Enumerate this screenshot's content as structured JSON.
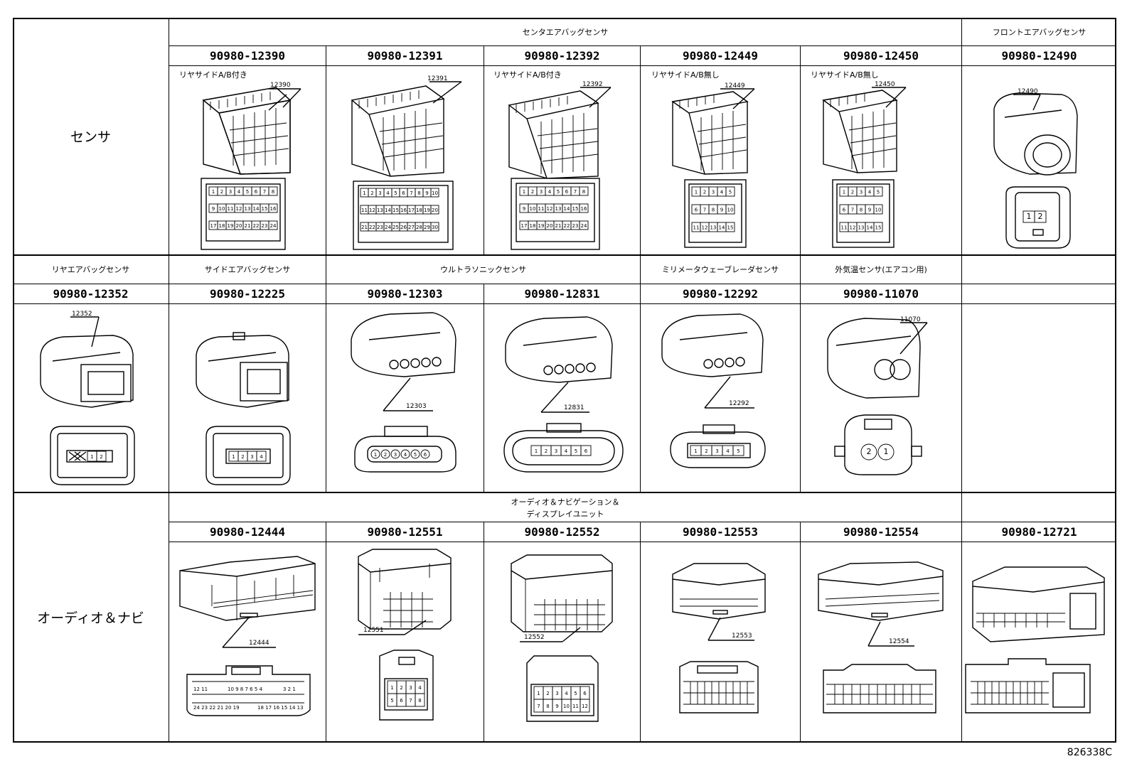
{
  "rows": [
    {
      "category": "センサ",
      "groups": [
        {
          "label": "センタエアバッグセンサ"
        },
        {
          "label": "フロントエアバッグセンサ"
        }
      ],
      "cells": [
        {
          "part_number": "90980-12390",
          "note": "リヤサイドA/B付き",
          "callout": "12390",
          "pins": [
            "1",
            "2",
            "3",
            "4",
            "5",
            "6",
            "7",
            "8",
            "9",
            "10",
            "11",
            "12",
            "13",
            "14",
            "15",
            "16",
            "17",
            "18",
            "19",
            "20",
            "21",
            "22",
            "23",
            "24"
          ]
        },
        {
          "part_number": "90980-12391",
          "note": "",
          "callout": "12391",
          "pins": [
            "1",
            "2",
            "3",
            "4",
            "5",
            "6",
            "7",
            "8",
            "9",
            "10",
            "11",
            "12",
            "13",
            "14",
            "15",
            "16",
            "17",
            "18",
            "19",
            "20",
            "21",
            "22",
            "23",
            "24",
            "25",
            "26",
            "27",
            "28",
            "29",
            "30"
          ]
        },
        {
          "part_number": "90980-12392",
          "note": "リヤサイドA/B付き",
          "callout": "12392",
          "pins": [
            "1",
            "2",
            "3",
            "4",
            "5",
            "6",
            "7",
            "8",
            "9",
            "10",
            "11",
            "12",
            "13",
            "14",
            "15",
            "16",
            "17",
            "18",
            "19",
            "20",
            "21",
            "22",
            "23",
            "24"
          ]
        },
        {
          "part_number": "90980-12449",
          "note": "リヤサイドA/B無し",
          "callout": "12449",
          "pins": [
            "1",
            "2",
            "3",
            "4",
            "5",
            "6",
            "7",
            "8",
            "9",
            "10",
            "11",
            "12",
            "13",
            "14",
            "15"
          ]
        },
        {
          "part_number": "90980-12450",
          "note": "リヤサイドA/B無し",
          "callout": "12450",
          "pins": [
            "1",
            "2",
            "3",
            "4",
            "5",
            "6",
            "7",
            "8",
            "9",
            "10",
            "11",
            "12",
            "13",
            "14",
            "15"
          ]
        },
        {
          "part_number": "90980-12490",
          "note": "",
          "callout": "12490",
          "pins": [
            "1",
            "2"
          ]
        }
      ]
    },
    {
      "category": "",
      "groups": [
        {
          "label": "リヤエアバッグセンサ"
        },
        {
          "label": "サイドエアバッグセンサ"
        },
        {
          "label": "ウルトラソニックセンサ"
        },
        {
          "label": "ミリメータウェーブレーダセンサ"
        },
        {
          "label": "外気温センサ(エアコン用)"
        },
        {
          "label": ""
        }
      ],
      "cells": [
        {
          "part_number": "90980-12352",
          "callout": "12352",
          "pins": [
            "1",
            "2"
          ]
        },
        {
          "part_number": "90980-12225",
          "callout": "",
          "pins": [
            "1",
            "2",
            "3",
            "4"
          ]
        },
        {
          "part_number": "90980-12303",
          "callout": "12303",
          "pins": [
            "1",
            "2",
            "3",
            "4",
            "5",
            "6"
          ]
        },
        {
          "part_number": "90980-12831",
          "callout": "12831",
          "pins": [
            "1",
            "2",
            "3",
            "4",
            "5",
            "6"
          ]
        },
        {
          "part_number": "90980-12292",
          "callout": "12292",
          "pins": [
            "1",
            "2",
            "3",
            "4",
            "5"
          ]
        },
        {
          "part_number": "90980-11070",
          "callout": "11070",
          "pins": [
            "2",
            "1"
          ]
        },
        {
          "part_number": "",
          "callout": "",
          "pins": []
        }
      ]
    },
    {
      "category": "オーディオ＆ナビ",
      "groups": [
        {
          "label_line1": "オーディオ＆ナビゲーション＆",
          "label_line2": "ディスプレイユニット"
        }
      ],
      "cells": [
        {
          "part_number": "90980-12444",
          "callout": "12444"
        },
        {
          "part_number": "90980-12551",
          "callout": "12551",
          "pins": [
            "1",
            "2",
            "3",
            "4",
            "5",
            "6",
            "7",
            "8"
          ]
        },
        {
          "part_number": "90980-12552",
          "callout": "12552",
          "pins": [
            "1",
            "2",
            "3",
            "4",
            "5",
            "6",
            "7",
            "8",
            "9",
            "10",
            "11",
            "12"
          ]
        },
        {
          "part_number": "90980-12553",
          "callout": "12553"
        },
        {
          "part_number": "90980-12554",
          "callout": "12554"
        },
        {
          "part_number": "90980-12721",
          "callout": ""
        }
      ]
    }
  ],
  "footer": {
    "doc_id": "826338C"
  }
}
